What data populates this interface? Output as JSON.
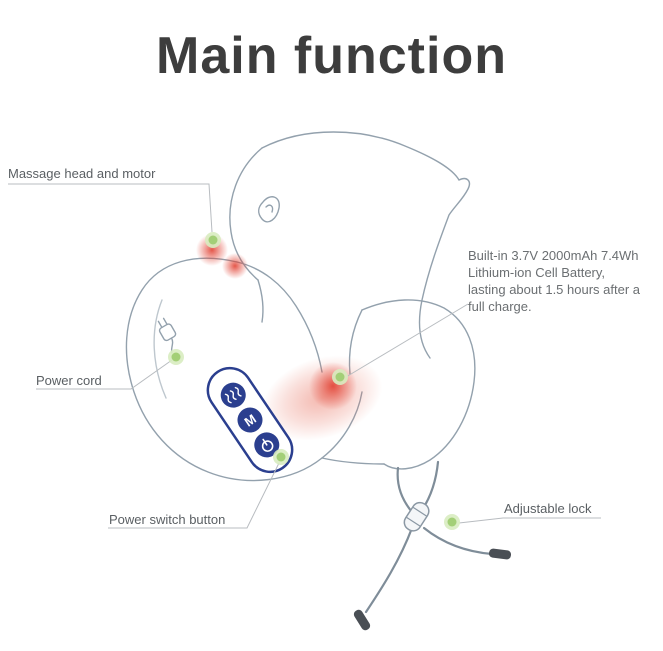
{
  "title": "Main function",
  "callouts": {
    "massage_head": {
      "label": "Massage head and motor"
    },
    "battery": {
      "label": "Built-in 3.7V 2000mAh 7.4Wh Lithium-ion Cell Battery, lasting about 1.5 hours after a full charge."
    },
    "power_cord": {
      "label": "Power cord"
    },
    "power_switch": {
      "label": "Power switch button"
    },
    "adjustable_lock": {
      "label": "Adjustable lock"
    }
  },
  "control_panel": {
    "mode_button_label": "M",
    "icons": [
      "massage-waves-icon",
      "mode-m-label",
      "power-icon"
    ]
  },
  "markers": [
    "massage-head-marker",
    "battery-marker",
    "power-cord-marker",
    "power-switch-marker",
    "adjustable-lock-marker"
  ],
  "colors": {
    "title_text": "#3d3d3d",
    "label_text": "#5a5f63",
    "accent_blue": "#2b3f8f",
    "glow_red": "#e0392a",
    "marker_green": "#a3cf77",
    "sketch_gray": "#93a1ad",
    "leader_gray": "#b8bcc0"
  }
}
